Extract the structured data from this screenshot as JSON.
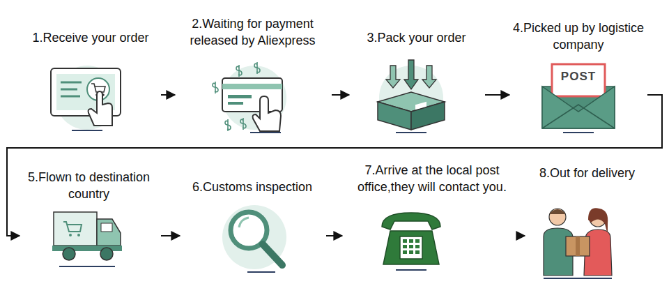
{
  "diagram": {
    "nodes": [
      {
        "text": [
          "1.Receive your order"
        ]
      },
      {
        "text": [
          "2.Waiting for payment released by Aliexpress"
        ]
      },
      {
        "text": [
          "3.Pack your order"
        ]
      },
      {
        "text": [
          "4.Picked up by logistice company"
        ]
      },
      {
        "text": [
          "5.Flown to destination country"
        ]
      },
      {
        "text": [
          "6.Customs inspection"
        ]
      },
      {
        "text": [
          "7.Arrive at the local post office,they will contact you."
        ]
      },
      {
        "text": [
          "8.Out for delivery"
        ]
      }
    ],
    "edges": [
      {
        "from": 0,
        "to": 1,
        "arrow": "to"
      },
      {
        "from": 1,
        "to": 2,
        "arrow": "to"
      },
      {
        "from": 2,
        "to": 3,
        "arrow": "to"
      },
      {
        "from": 3,
        "to": 4,
        "arrow": "to"
      },
      {
        "from": 4,
        "to": 5,
        "arrow": "to"
      },
      {
        "from": 5,
        "to": 6,
        "arrow": "to"
      },
      {
        "from": 6,
        "to": 7,
        "arrow": "to"
      }
    ],
    "labels": [
      "POST"
    ]
  }
}
